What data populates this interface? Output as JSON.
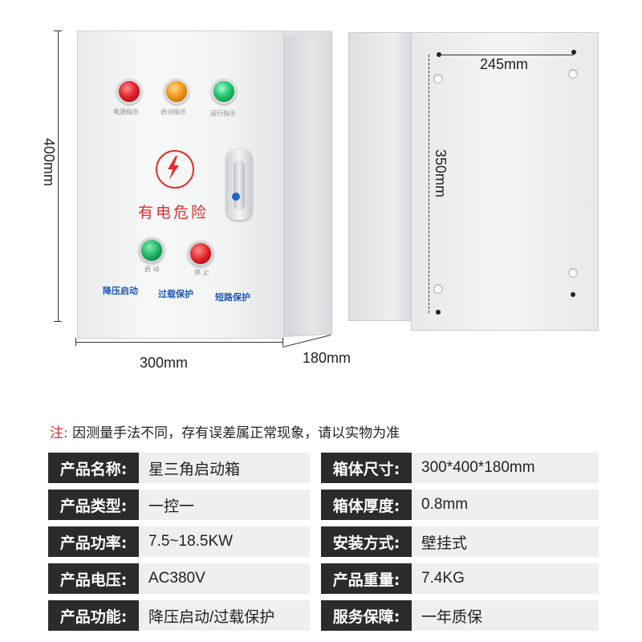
{
  "dimensions": {
    "height": "400mm",
    "width": "300mm",
    "depth": "180mm",
    "mount_width": "245mm",
    "mount_height": "350mm"
  },
  "panel": {
    "lamps": [
      {
        "label": "电源指示",
        "color": "#e0232a"
      },
      {
        "label": "启动指示",
        "color": "#f29a1a"
      },
      {
        "label": "运行指示",
        "color": "#1fc46f"
      }
    ],
    "warning": "有电危险",
    "buttons": [
      {
        "label": "启 动",
        "color": "#17a95c"
      },
      {
        "label": "停 止",
        "color": "#d91e22"
      }
    ],
    "features": [
      "降压启动",
      "过载保护",
      "短路保护"
    ]
  },
  "note": {
    "lead": "注:",
    "text": " 因测量手法不同，存有误差属正常现象，请以实物为准"
  },
  "specs": {
    "left": [
      {
        "key": "产品名称:",
        "value": "星三角启动箱"
      },
      {
        "key": "产品类型:",
        "value": "一控一"
      },
      {
        "key": "产品功率:",
        "value": "7.5~18.5KW"
      },
      {
        "key": "产品电压:",
        "value": "AC380V"
      },
      {
        "key": "产品功能:",
        "value": "降压启动/过载保护"
      }
    ],
    "right": [
      {
        "key": "箱体尺寸:",
        "value": "300*400*180mm"
      },
      {
        "key": "箱体厚度:",
        "value": "0.8mm"
      },
      {
        "key": "安装方式:",
        "value": "壁挂式"
      },
      {
        "key": "产品重量:",
        "value": "7.4KG"
      },
      {
        "key": "服务保障:",
        "value": "一年质保"
      }
    ]
  },
  "colors": {
    "warning_red": "#e0302d",
    "feature_blue": "#1e5bb8",
    "spec_key_bg": "#2b2b2b",
    "spec_val_bg": "#efefef"
  }
}
